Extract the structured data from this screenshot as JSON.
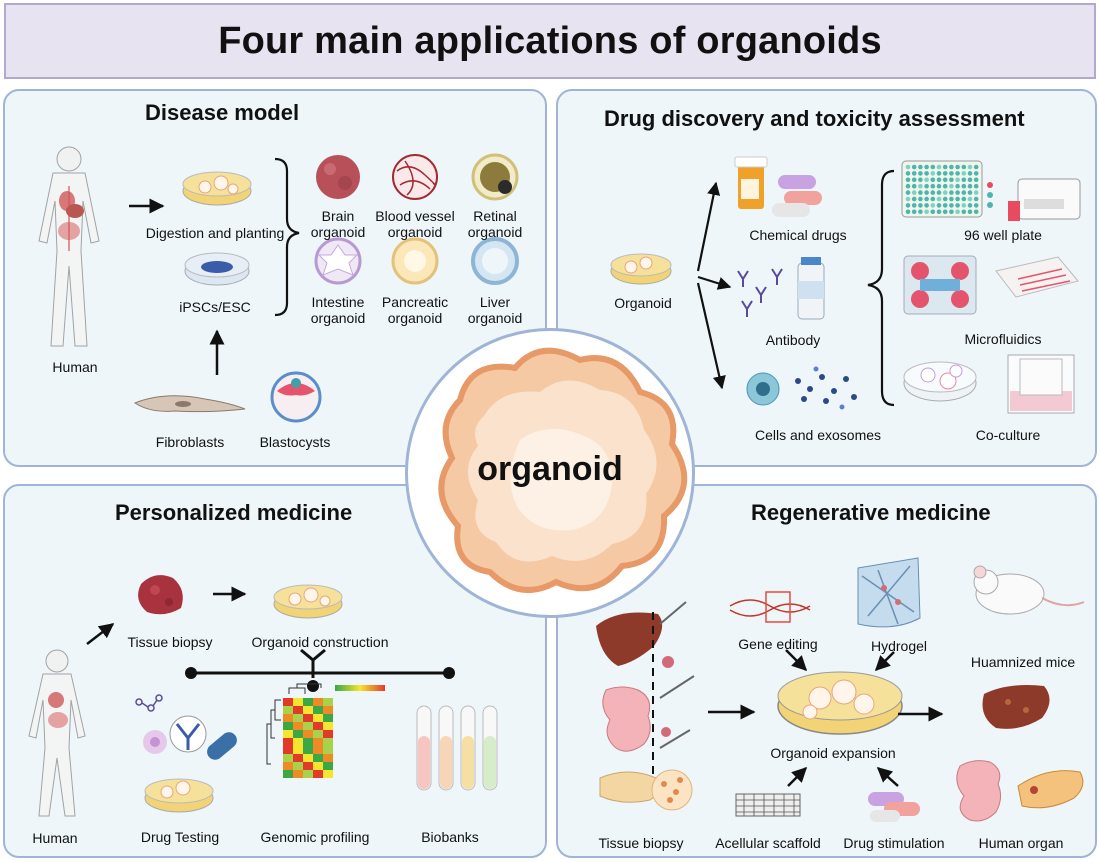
{
  "title": "Four main applications of organoids",
  "center": {
    "label": "organoid"
  },
  "disease_model": {
    "title": "Disease model",
    "human": "Human",
    "digestion": "Digestion and planting",
    "ipsc": "iPSCs/ESC",
    "fibroblasts": "Fibroblasts",
    "blastocysts": "Blastocysts",
    "organoids": [
      {
        "line1": "Brain",
        "line2": "organoid"
      },
      {
        "line1": "Blood vessel",
        "line2": "organoid"
      },
      {
        "line1": "Retinal",
        "line2": "organoid"
      },
      {
        "line1": "Intestine",
        "line2": "organoid"
      },
      {
        "line1": "Pancreatic",
        "line2": "organoid"
      },
      {
        "line1": "Liver",
        "line2": "organoid"
      }
    ]
  },
  "drug_discovery": {
    "title": "Drug discovery and toxicity assessment",
    "organoid": "Organoid",
    "chemical_drugs": "Chemical drugs",
    "antibody": "Antibody",
    "cells_exosomes": "Cells and exosomes",
    "well_plate": "96 well plate",
    "microfluidics": "Microfluidics",
    "co_culture": "Co-culture"
  },
  "personalized": {
    "title": "Personalized medicine",
    "human": "Human",
    "tissue_biopsy": "Tissue biopsy",
    "organoid_construction": "Organoid construction",
    "drug_testing": "Drug Testing",
    "genomic_profiling": "Genomic profiling",
    "biobanks": "Biobanks"
  },
  "regenerative": {
    "title": "Regenerative medicine",
    "gene_editing": "Gene editing",
    "hydrogel": "Hydrogel",
    "humanized_mice": "Huamnized mice",
    "organoid_expansion": "Organoid expansion",
    "tissue_biopsy": "Tissue biopsy",
    "acellular_scaffold": "Acellular scaffold",
    "drug_stimulation": "Drug stimulation",
    "human_organ": "Human organ"
  },
  "colors": {
    "header_bg": "#e8e3f1",
    "panel_bg": "#eef6fa",
    "panel_border": "#9fb4d6",
    "dish_yellow": "#f2d476",
    "organoid_peach": "#f6c9a5",
    "organoid_rim": "#e79a68"
  }
}
